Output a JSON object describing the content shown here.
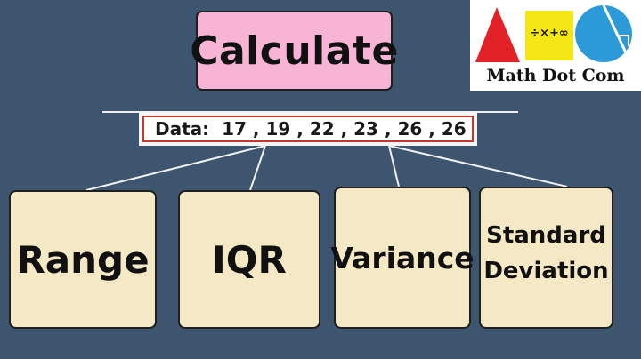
{
  "title": "Calculate",
  "data_line": "Data:  17 , 19 , 22 , 23 , 26 , 26",
  "cards": [
    {
      "label": "Range"
    },
    {
      "label": "IQR"
    },
    {
      "label": "Variance"
    },
    {
      "label_line1": "Standard",
      "label_line2": "Deviation"
    }
  ],
  "logo": {
    "text": "Math Dot Com",
    "symbols": "÷×+∞",
    "colors": {
      "triangle": "#e32227",
      "square": "#f5e716",
      "circle": "#2c9ad8"
    }
  },
  "colors": {
    "background": "#3e5570",
    "title_box": "#f7b4d4",
    "card_fill": "#f4e9c4",
    "data_border": "#c0392b",
    "connector": "#f0f0f0"
  }
}
